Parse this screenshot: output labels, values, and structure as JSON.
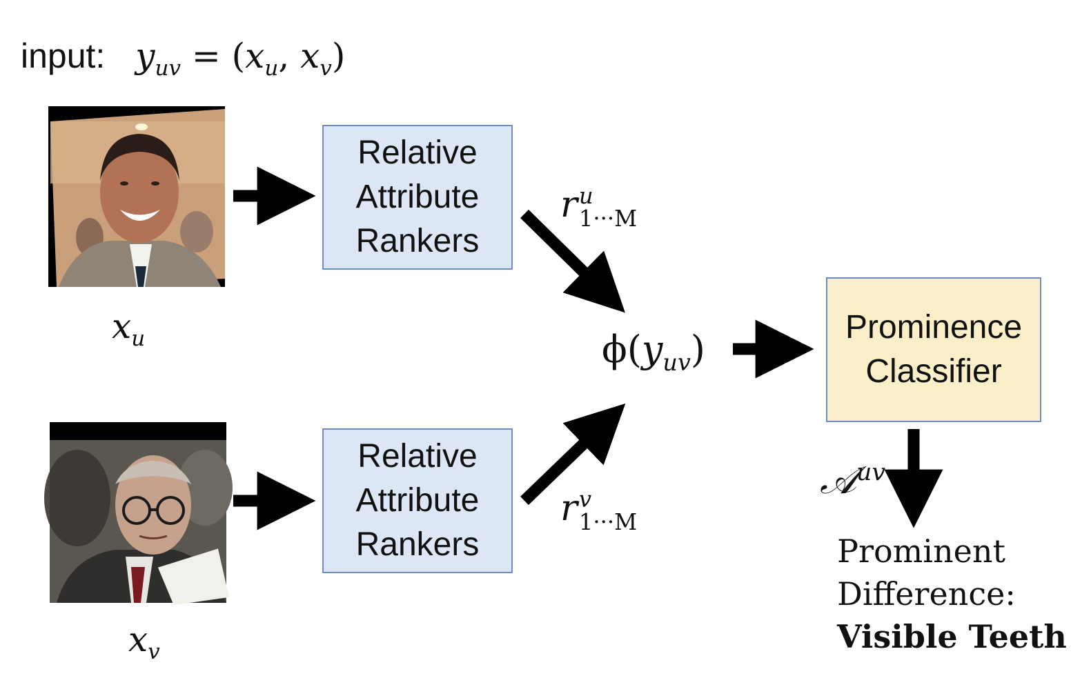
{
  "input_label": "input:",
  "input_formula": {
    "lhs": "y",
    "lhs_sub": "uv",
    "eq": " = (",
    "a": "x",
    "a_sub": "u",
    "sep": ", ",
    "b": "x",
    "b_sub": "v",
    "close": ")"
  },
  "images": [
    {
      "var": "x",
      "sub": "u",
      "desc": "smiling man in suit"
    },
    {
      "var": "x",
      "sub": "v",
      "desc": "older man with glasses"
    }
  ],
  "rankers": [
    {
      "lines": [
        "Relative",
        "Attribute",
        "Rankers"
      ]
    },
    {
      "lines": [
        "Relative",
        "Attribute",
        "Rankers"
      ]
    }
  ],
  "ranker_outputs": [
    {
      "var": "r",
      "sup": "u",
      "sub": "1···M"
    },
    {
      "var": "r",
      "sup": "v",
      "sub": "1···M"
    }
  ],
  "feature": {
    "fn": "ϕ(",
    "var": "y",
    "sub": "uv",
    "close": ")"
  },
  "classifier": {
    "lines": [
      "Prominence",
      "Classifier"
    ]
  },
  "classifier_output": {
    "var": "𝒜",
    "sup": "uv"
  },
  "result": {
    "line1": "Prominent",
    "line2": "Difference:",
    "line3": "Visible Teeth"
  },
  "colors": {
    "ranker_fill": "#dde6f4",
    "classifier_fill": "#fbefc9",
    "border": "#6b8cc7",
    "arrow": "#000000"
  }
}
